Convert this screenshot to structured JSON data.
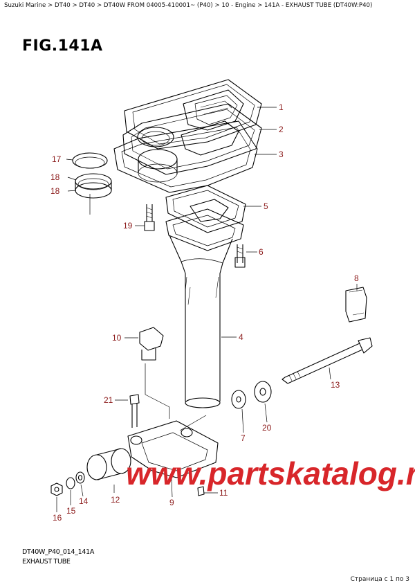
{
  "breadcrumb": "Suzuki Marine > DT40 > DT40 > DT40W FROM 04005-410001~ (P40) > 10 - Engine > 141A - EXHAUST TUBE (DT40W:P40)",
  "figure_title": "FIG.141A",
  "footer_code": "DT40W_P40_014_141A",
  "footer_name": "EXHAUST TUBE",
  "pager": "Страница с 1 по 3",
  "watermark": "www.partskatalog.ru",
  "callouts": [
    "1",
    "2",
    "3",
    "5",
    "6",
    "8",
    "4",
    "13",
    "7",
    "20",
    "11",
    "17",
    "18",
    "18",
    "19",
    "10",
    "21",
    "12",
    "9",
    "16",
    "15",
    "14"
  ],
  "colors": {
    "callout": "#8b1a1a",
    "watermark": "#d8262a",
    "line": "#000000"
  }
}
